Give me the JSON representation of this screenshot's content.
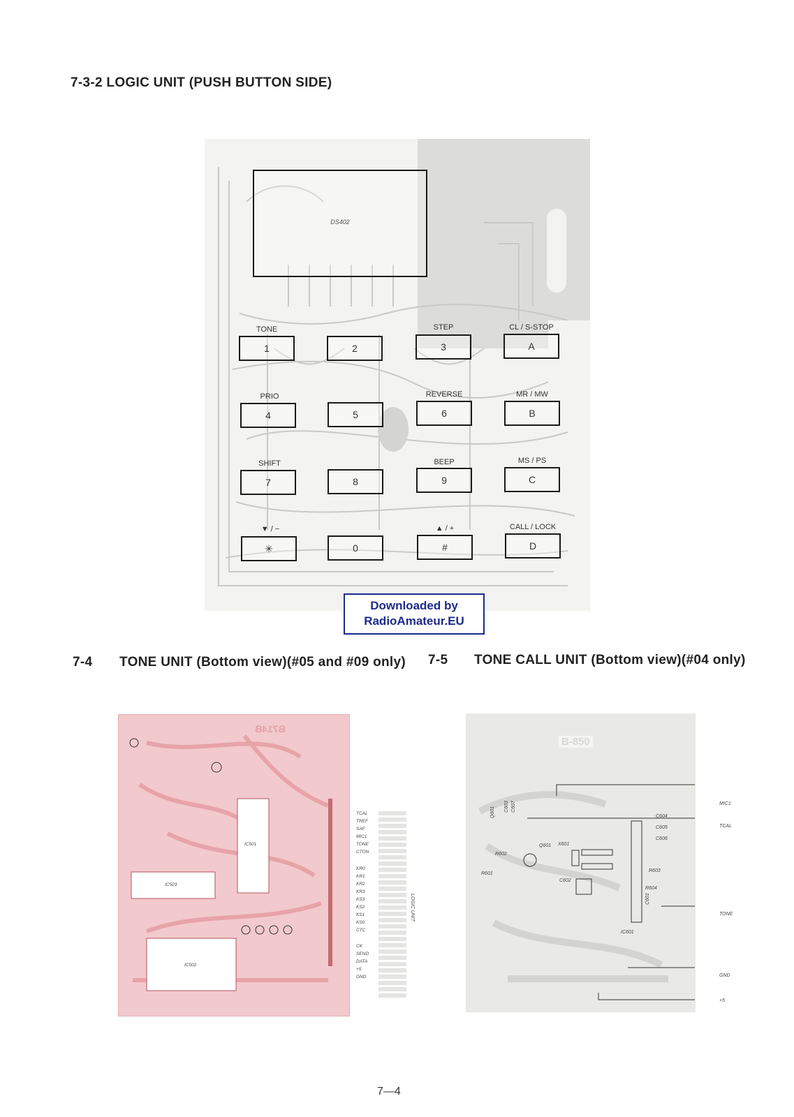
{
  "headings": {
    "logic": "7-3-2  LOGIC UNIT (PUSH BUTTON  SIDE)",
    "tone_num": "7-4",
    "tone_title": "TONE UNIT (Bottom view)(#05 and #09 only)",
    "call_num": "7-5",
    "call_title": "TONE CALL UNIT (Bottom view)(#04 only)"
  },
  "display_label": "DS402",
  "keypad": {
    "rows": [
      [
        {
          "label": "TONE",
          "key": "1"
        },
        {
          "label": "",
          "key": "2"
        },
        {
          "label": "STEP",
          "key": "3"
        },
        {
          "label": "CL / S-STOP",
          "key": "A"
        }
      ],
      [
        {
          "label": "PRIO",
          "key": "4"
        },
        {
          "label": "",
          "key": "5"
        },
        {
          "label": "REVERSE",
          "key": "6"
        },
        {
          "label": "MR / MW",
          "key": "B"
        }
      ],
      [
        {
          "label": "SHIFT",
          "key": "7"
        },
        {
          "label": "",
          "key": "8"
        },
        {
          "label": "BEEP",
          "key": "9"
        },
        {
          "label": "MS / PS",
          "key": "C"
        }
      ],
      [
        {
          "label": "▼ / −",
          "key": "✳"
        },
        {
          "label": "",
          "key": "0"
        },
        {
          "label": "▲ / +",
          "key": "#"
        },
        {
          "label": "CALL / LOCK",
          "key": "D"
        }
      ]
    ]
  },
  "watermark": {
    "line1": "Downloaded by",
    "line2": "RadioAmateur.EU"
  },
  "tone_unit": {
    "board_id": "B714B",
    "ic_labels": [
      "IC501",
      "IC503",
      "IC502"
    ],
    "side_label": "LOGIC UNIT",
    "pins": [
      "TCAL",
      "TREF",
      "SAF",
      "MIC1",
      "TONE",
      "CTON",
      "KR0",
      "KR1",
      "KR2",
      "KR3",
      "KS3",
      "KS2",
      "KS1",
      "KS0",
      "CTC",
      "CK",
      "SEND",
      "DATA",
      "+5",
      "GND"
    ]
  },
  "call_unit": {
    "board_id": "B-850",
    "ic_label": "IC601",
    "components": [
      "Q601",
      "C603",
      "C607",
      "X601",
      "Q601",
      "R602",
      "R601",
      "C602",
      "C604",
      "C605",
      "C606",
      "R603",
      "R604",
      "C601"
    ],
    "right_labels": [
      "MIC1",
      "TCAL",
      "TONE",
      "GND",
      "+5"
    ]
  },
  "page_number": "7—4"
}
